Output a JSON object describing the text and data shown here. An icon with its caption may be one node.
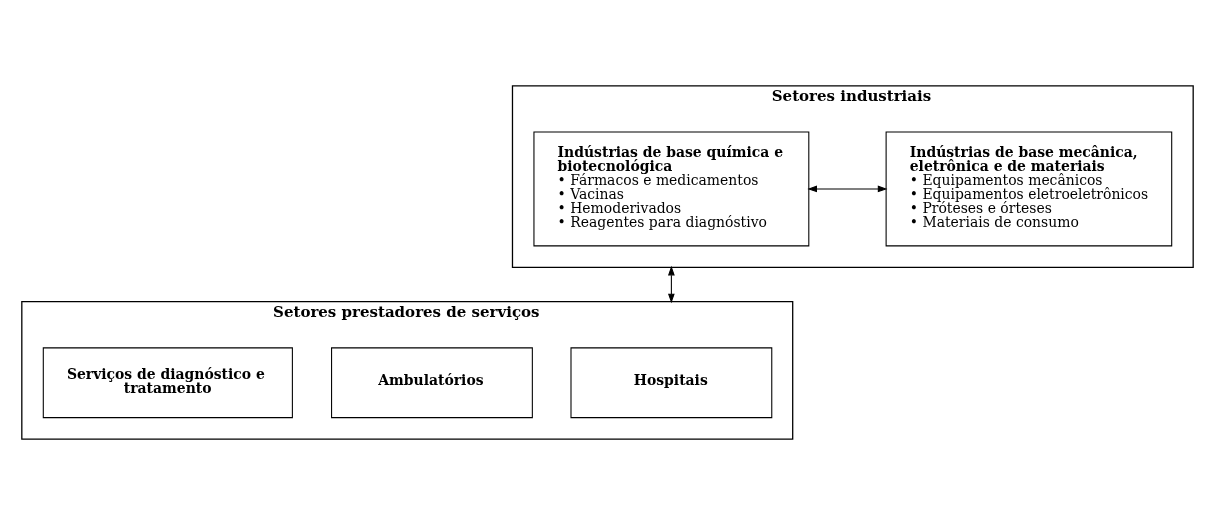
{
  "diagram": {
    "nodes": [
      {
        "text": [
          "Setores industriais"
        ]
      },
      {
        "text": [
          "Indústrias de base química e biotecnológica",
          "• Fármacos e medicamentos",
          "• Vacinas",
          "• Hemoderivados",
          "• Reagentes para diagnóstivo"
        ],
        "in": 0
      },
      {
        "text": [
          "Indústrias de base mecânica, eletrônica e de materiais",
          "• Equipamentos mecânicos",
          "• Equipamentos eletroeletrônicos",
          "• Próteses e órteses",
          "• Materiais de consumo"
        ],
        "in": 0
      },
      {
        "text": [
          "Setores prestadores de serviços"
        ]
      },
      {
        "text": [
          "Hospitais"
        ],
        "in": 3
      },
      {
        "text": [
          "Ambulatórios"
        ],
        "in": 3
      },
      {
        "text": [
          "Serviços de diagnóstico e tratamento"
        ],
        "in": 3
      }
    ],
    "edges": [
      {
        "from": 1,
        "to": 2,
        "arrow": "both"
      },
      {
        "from": 0,
        "to": 3,
        "arrow": "both"
      }
    ]
  }
}
